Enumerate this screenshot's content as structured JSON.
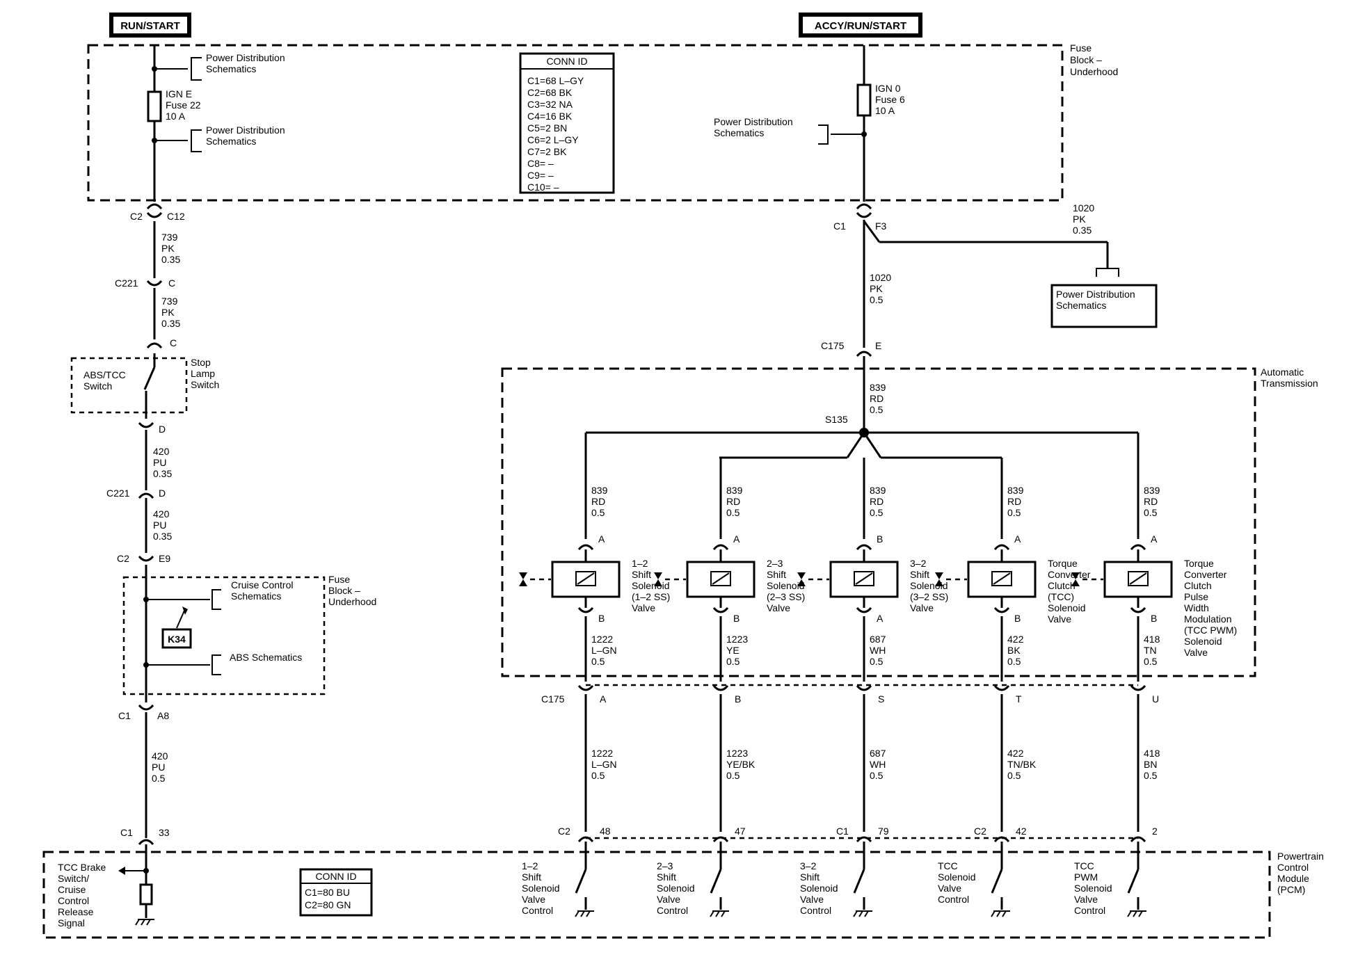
{
  "power": {
    "run_start": "RUN/START",
    "accy_run_start": "ACCY/RUN/START"
  },
  "fuse_block_top": [
    "Fuse",
    "Block –",
    "Underhood"
  ],
  "fuse_left": {
    "pd_top": [
      "Power Distribution",
      "Schematics"
    ],
    "fuse": [
      "IGN E",
      "Fuse 22",
      "10 A"
    ],
    "pd_bottom": [
      "Power Distribution",
      "Schematics"
    ]
  },
  "fuse_right": {
    "fuse": [
      "IGN 0",
      "Fuse 6",
      "10 A"
    ],
    "pd": [
      "Power Distribution",
      "Schematics"
    ]
  },
  "conn_id_top": {
    "title": "CONN ID",
    "rows": [
      "C1=68 L–GY",
      "C2=68 BK",
      "C3=32 NA",
      "C4=16 BK",
      "C5=2 BN",
      "C6=2 L–GY",
      "C7=2 BK",
      "C8= –",
      "C9= –",
      "C10= –"
    ]
  },
  "left_column": {
    "c2_c12": [
      "C2",
      "C12"
    ],
    "wire1": [
      "739",
      "PK",
      "0.35"
    ],
    "c221_c": [
      "C221",
      "C"
    ],
    "wire2": [
      "739",
      "PK",
      "0.35"
    ],
    "pin_c": "C",
    "abs_tcc": [
      "ABS/TCC",
      "Switch"
    ],
    "stop_lamp": [
      "Stop",
      "Lamp",
      "Switch"
    ],
    "pin_d": "D",
    "wire3": [
      "420",
      "PU",
      "0.35"
    ],
    "c221_d": [
      "C221",
      "D"
    ],
    "wire4": [
      "420",
      "PU",
      "0.35"
    ],
    "c2_e9": [
      "C2",
      "E9"
    ],
    "cruise": [
      "Cruise Control",
      "Schematics"
    ],
    "fuse_block_mid": [
      "Fuse",
      "Block –",
      "Underhood"
    ],
    "k34": "K34",
    "abs_schem": "ABS Schematics",
    "c1_a8": [
      "C1",
      "A8"
    ],
    "wire5": [
      "420",
      "PU",
      "0.5"
    ],
    "c1_33": [
      "C1",
      "33"
    ]
  },
  "right_column": {
    "c1_f3": [
      "C1",
      "F3"
    ],
    "branch_wire": [
      "1020",
      "PK",
      "0.35"
    ],
    "pd_box": [
      "Power Distribution",
      "Schematics"
    ],
    "wire1": [
      "1020",
      "PK",
      "0.5"
    ],
    "c175_e": [
      "C175",
      "E"
    ],
    "auto_trans": [
      "Automatic",
      "Transmission"
    ],
    "wire2": [
      "839",
      "RD",
      "0.5"
    ],
    "splice": "S135",
    "c175": "C175"
  },
  "solenoids": [
    {
      "wire_top": [
        "839",
        "RD",
        "0.5"
      ],
      "pin_top": "A",
      "label": [
        "1–2",
        "Shift",
        "Solenoid",
        "(1–2 SS)",
        "Valve"
      ],
      "pin_bottom": "B",
      "wire_mid": [
        "1222",
        "L–GN",
        "0.5"
      ],
      "c175_pin": "A",
      "wire_low": [
        "1222",
        "L–GN",
        "0.5"
      ],
      "pcm_conn": "C2",
      "pcm_pin": "48",
      "pcm_label": [
        "1–2",
        "Shift",
        "Solenoid",
        "Valve",
        "Control"
      ]
    },
    {
      "wire_top": [
        "839",
        "RD",
        "0.5"
      ],
      "pin_top": "A",
      "label": [
        "2–3",
        "Shift",
        "Solenoid",
        "(2–3 SS)",
        "Valve"
      ],
      "pin_bottom": "B",
      "wire_mid": [
        "1223",
        "YE",
        "0.5"
      ],
      "c175_pin": "B",
      "wire_low": [
        "1223",
        "YE/BK",
        "0.5"
      ],
      "pcm_conn": "",
      "pcm_pin": "47",
      "pcm_label": [
        "2–3",
        "Shift",
        "Solenoid",
        "Valve",
        "Control"
      ]
    },
    {
      "wire_top": [
        "839",
        "RD",
        "0.5"
      ],
      "pin_top": "B",
      "label": [
        "3–2",
        "Shift",
        "Solenoid",
        "(3–2 SS)",
        "Valve"
      ],
      "pin_bottom": "A",
      "wire_mid": [
        "687",
        "WH",
        "0.5"
      ],
      "c175_pin": "S",
      "wire_low": [
        "687",
        "WH",
        "0.5"
      ],
      "pcm_conn": "C1",
      "pcm_pin": "79",
      "pcm_label": [
        "3–2",
        "Shift",
        "Solenoid",
        "Valve",
        "Control"
      ]
    },
    {
      "wire_top": [
        "839",
        "RD",
        "0.5"
      ],
      "pin_top": "A",
      "label": [
        "Torque",
        "Converter",
        "Clutch",
        "(TCC)",
        "Solenoid",
        "Valve"
      ],
      "pin_bottom": "B",
      "wire_mid": [
        "422",
        "BK",
        "0.5"
      ],
      "c175_pin": "T",
      "wire_low": [
        "422",
        "TN/BK",
        "0.5"
      ],
      "pcm_conn": "C2",
      "pcm_pin": "42",
      "pcm_label": [
        "TCC",
        "Solenoid",
        "Valve",
        "Control"
      ]
    },
    {
      "wire_top": [
        "839",
        "RD",
        "0.5"
      ],
      "pin_top": "A",
      "label": [
        "Torque",
        "Converter",
        "Clutch",
        "Pulse",
        "Width",
        "Modulation",
        "(TCC PWM)",
        "Solenoid",
        "Valve"
      ],
      "pin_bottom": "B",
      "wire_mid": [
        "418",
        "TN",
        "0.5"
      ],
      "c175_pin": "U",
      "wire_low": [
        "418",
        "BN",
        "0.5"
      ],
      "pcm_conn": "",
      "pcm_pin": "2",
      "pcm_label": [
        "TCC",
        "PWM",
        "Solenoid",
        "Valve",
        "Control"
      ]
    }
  ],
  "pcm": {
    "label": [
      "Powertrain",
      "Control",
      "Module",
      "(PCM)"
    ],
    "tcc_brake": [
      "TCC Brake",
      "Switch/",
      "Cruise",
      "Control",
      "Release",
      "Signal"
    ],
    "conn_id": {
      "title": "CONN ID",
      "rows": [
        "C1=80 BU",
        "C2=80 GN"
      ]
    }
  }
}
